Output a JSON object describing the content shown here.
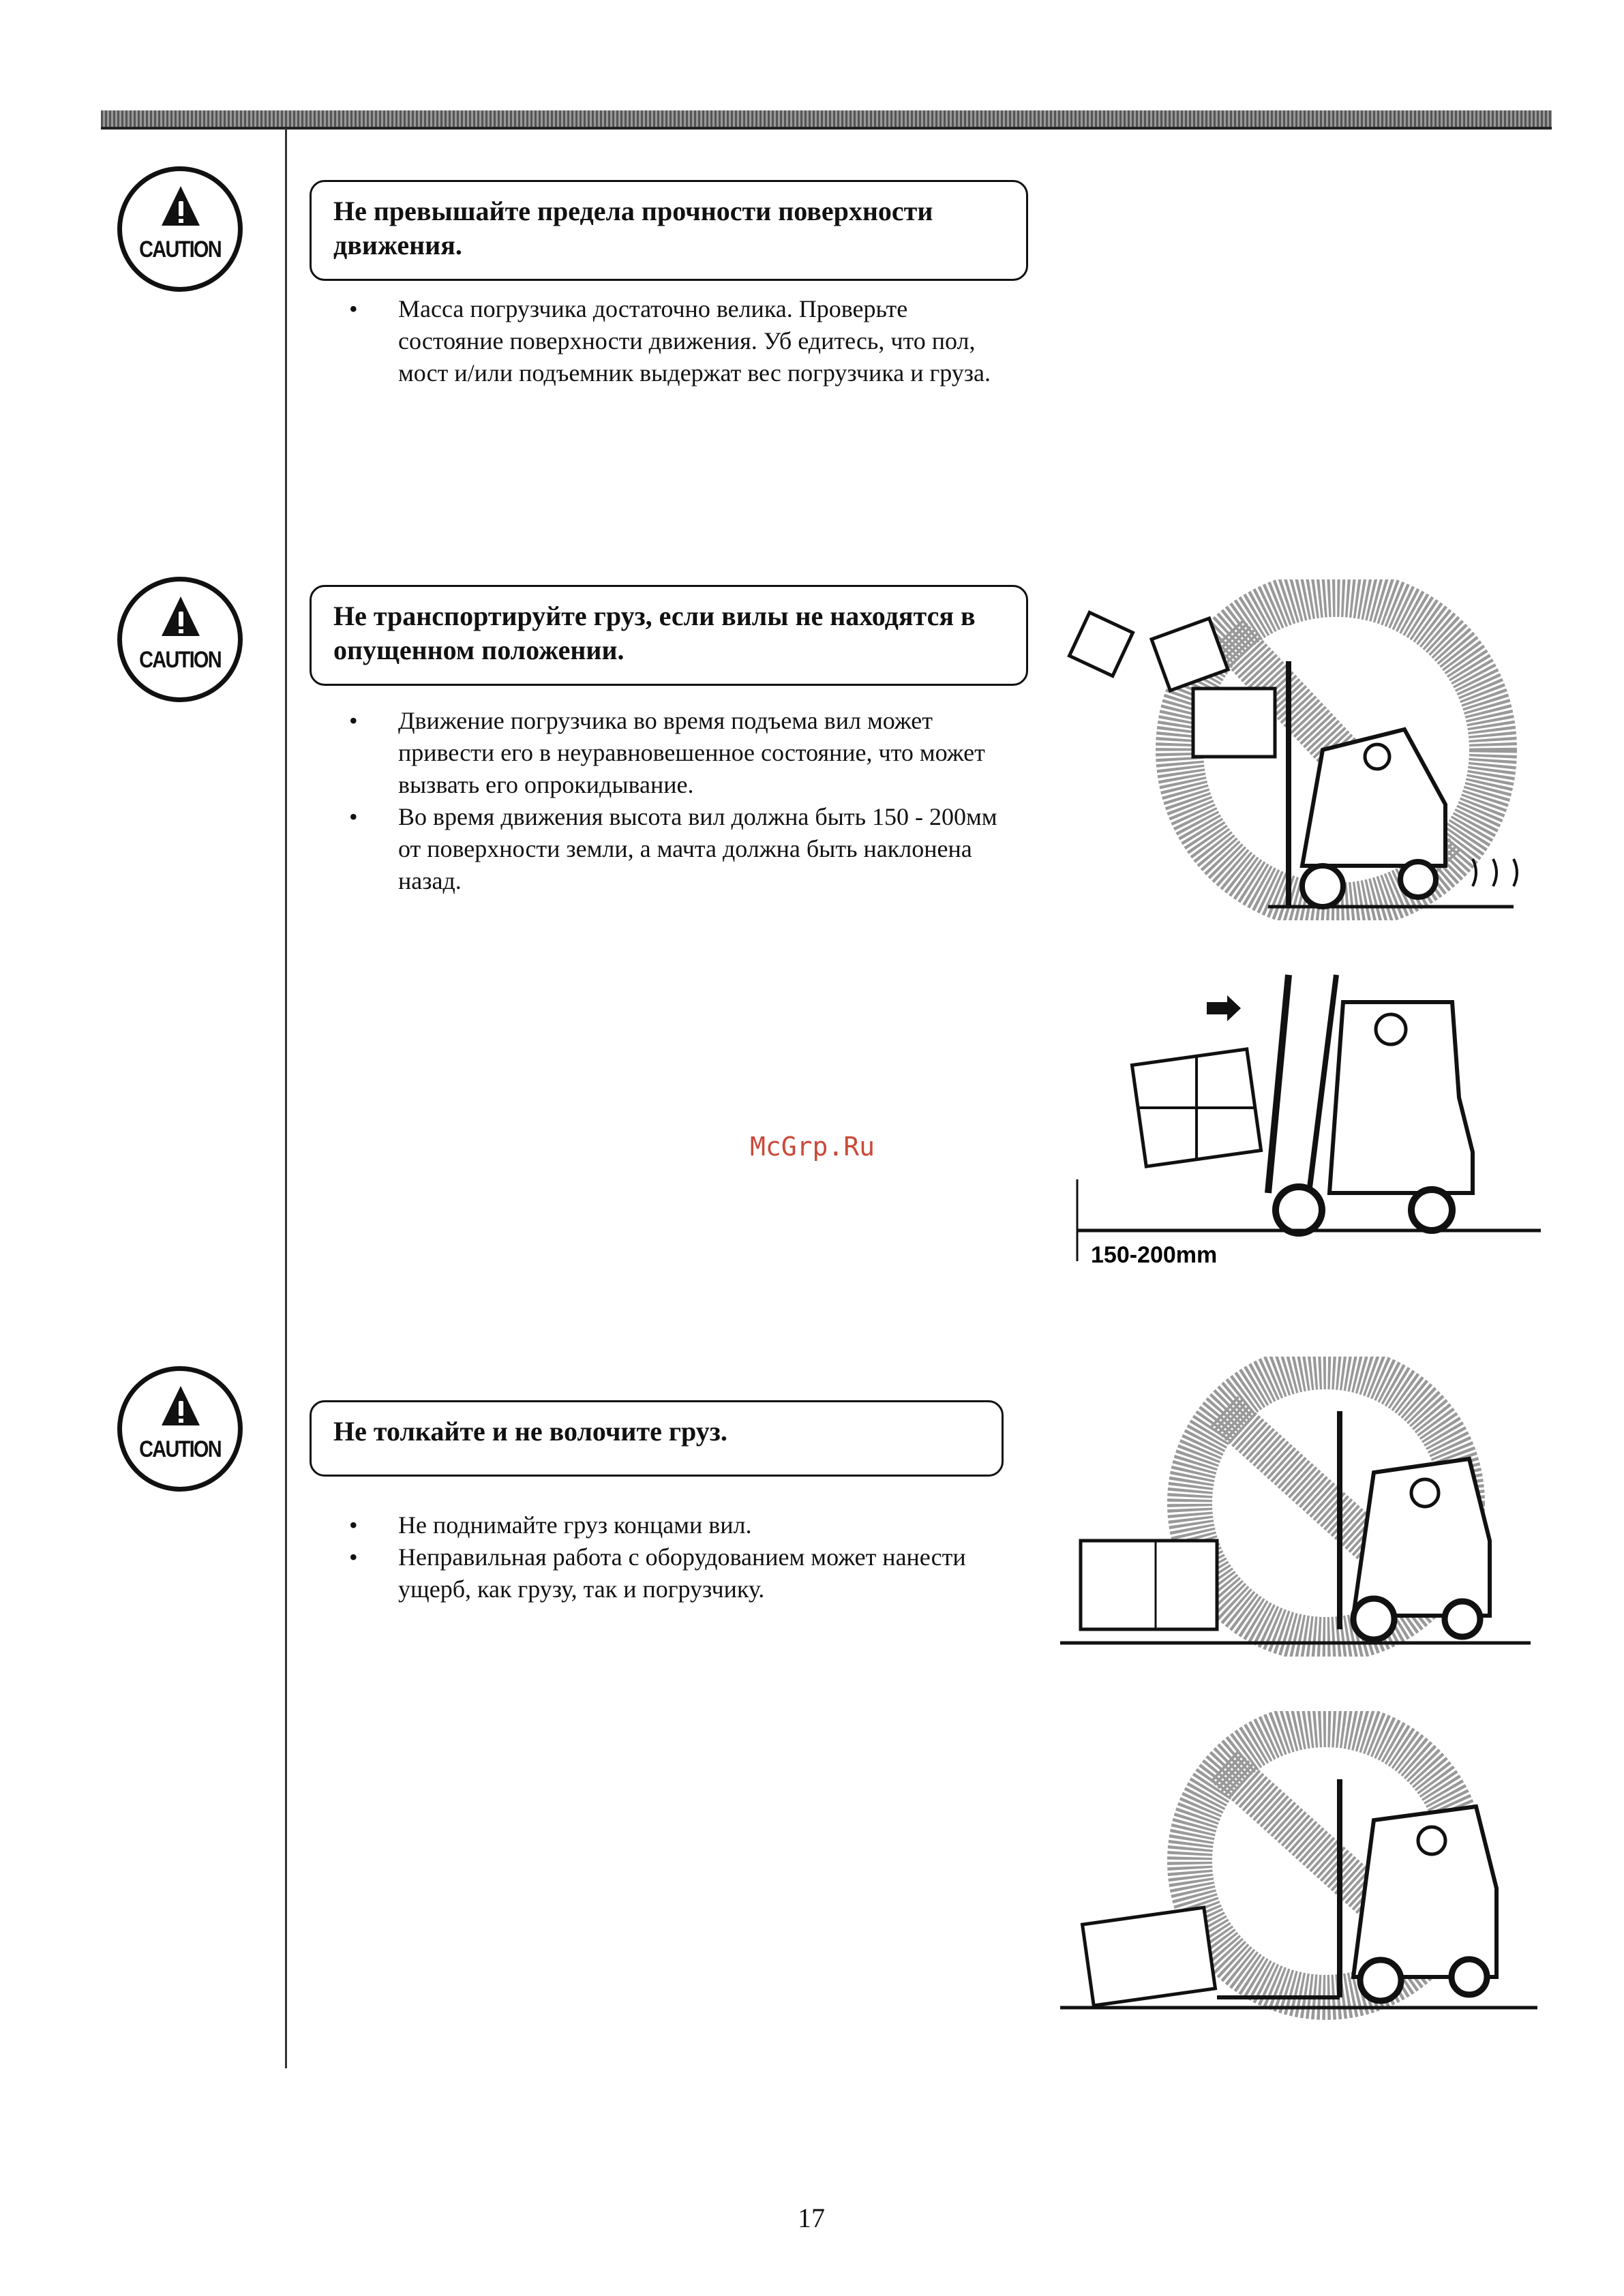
{
  "sections": [
    {
      "caution_label": "CAUTION",
      "heading": "Не превышайте предела прочности поверхности движения.",
      "bullets": [
        "Масса погрузчика достаточно велика. Проверьте состояние поверхности движения. Уб едитесь, что пол, мост и/или подъемник выдержат вес погрузчика и груза."
      ]
    },
    {
      "caution_label": "CAUTION",
      "heading": "Не транспортируйте груз, если вилы не находятся в опущенном  положении.",
      "bullets": [
        "Движение погрузчика во время подъема вил может привести его в неуравновешенное состояние, что может вызвать его опрокидывание.",
        "Во время движения высота вил должна быть 150 - 200мм от поверхности земли, а мачта должна быть наклонена назад."
      ]
    },
    {
      "caution_label": "CAUTION",
      "heading": "Не толкайте и не волочите груз.",
      "bullets": [
        "Не поднимайте груз концами вил.",
        "Неправильная работа с оборудованием может нанести ущерб, как грузу, так и погрузчику."
      ]
    }
  ],
  "illustrations": {
    "fork_height_label": "150-200mm"
  },
  "watermark": "McGrp.Ru",
  "page_number": "17"
}
